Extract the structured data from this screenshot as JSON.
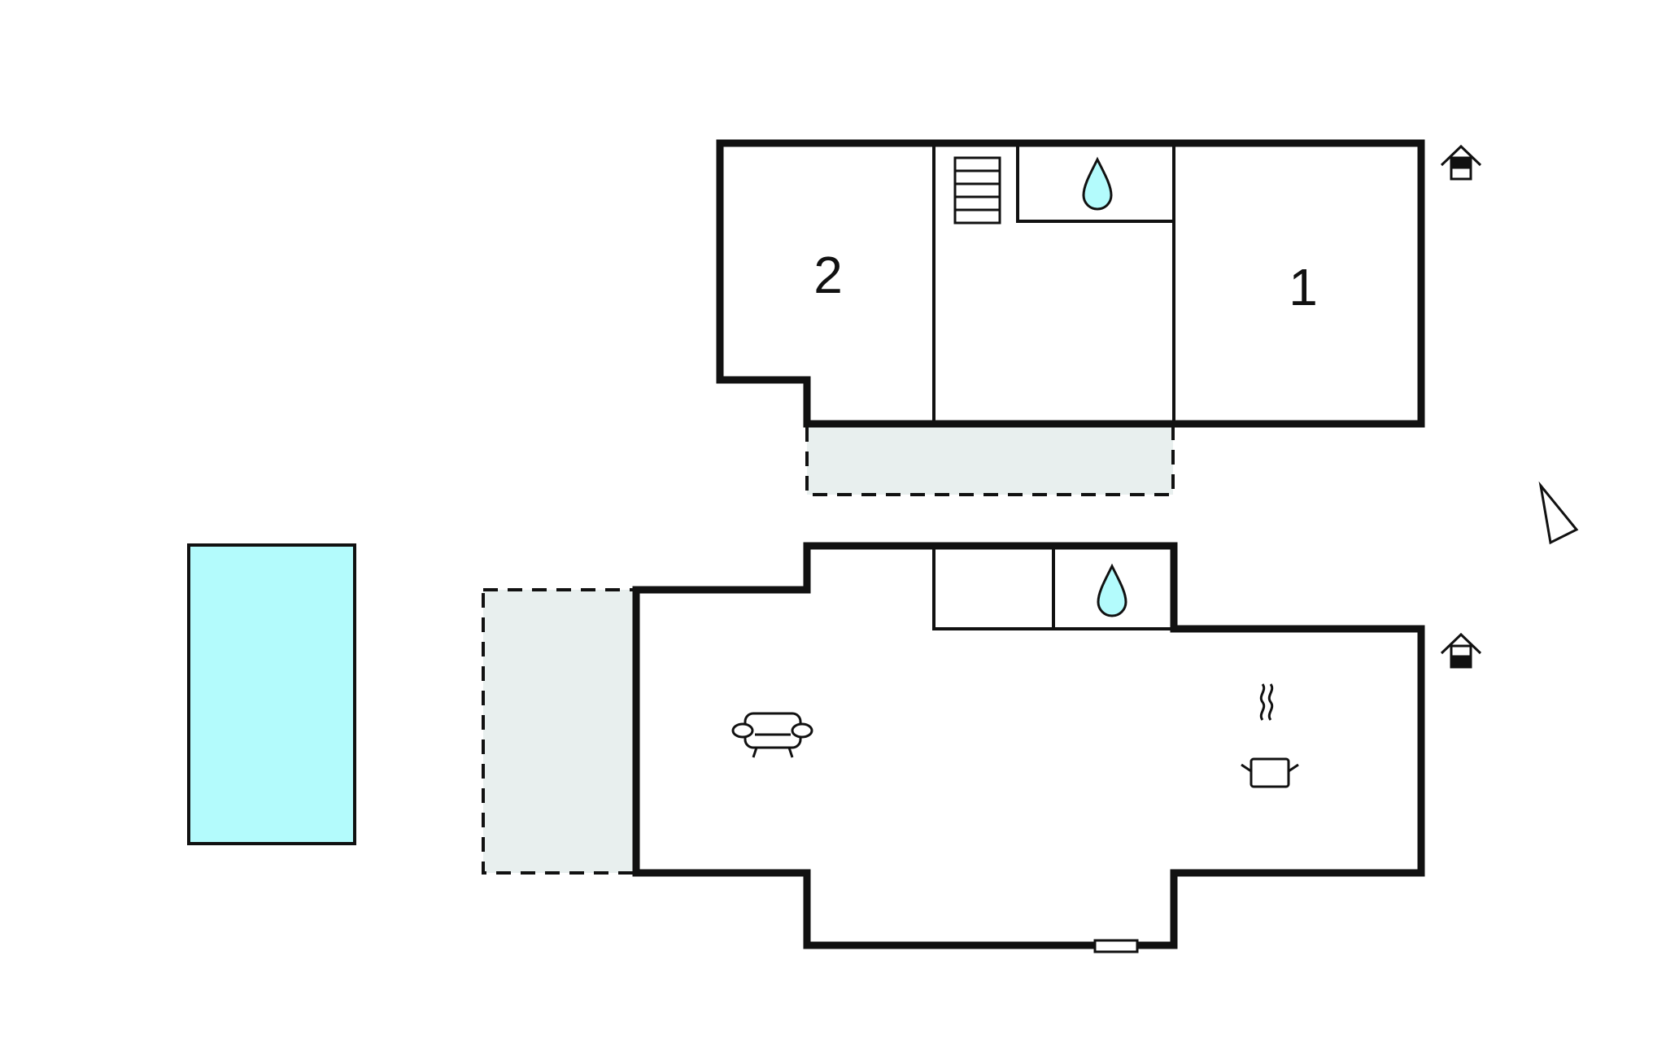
{
  "floor_plan": {
    "colors": {
      "wall": "#111111",
      "water": "#b3fbfc",
      "terrace": "#e8efee",
      "background": "#ffffff"
    },
    "upper_floor": {
      "rooms": [
        {
          "label": "2",
          "type": "bedroom"
        },
        {
          "label": "1",
          "type": "bedroom"
        }
      ],
      "icons": [
        "stairs-icon",
        "water-drop-icon",
        "house-level-icon"
      ]
    },
    "ground_floor": {
      "icons": [
        "water-drop-icon",
        "sofa-icon",
        "cooking-pot-icon",
        "house-level-icon"
      ]
    },
    "outdoor": [
      "pool",
      "terrace",
      "balcony"
    ],
    "orientation_icon": "compass-arrow-icon"
  }
}
